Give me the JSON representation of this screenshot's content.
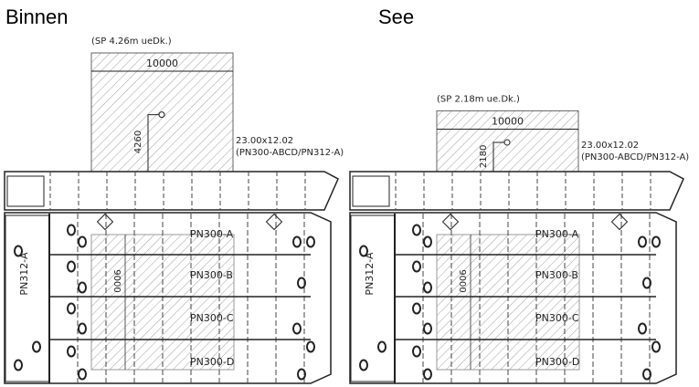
{
  "panels": [
    {
      "title": "Binnen",
      "sp_label": "(SP 4.26m ueDk.)",
      "width_dim": "10000",
      "height_dim": "4260",
      "size_label": "23.00x12.02",
      "pontoon_label": "(PN300-ABCD/PN312-A)",
      "depth_dim": "9000",
      "pontoons": [
        "PN300-A",
        "PN300-B",
        "PN300-C",
        "PN300-D"
      ],
      "end_pontoon": "PN312-A",
      "cargo_height_ratio": 1.0
    },
    {
      "title": "See",
      "sp_label": "(SP 2.18m ue.Dk.)",
      "width_dim": "10000",
      "height_dim": "2180",
      "size_label": "23.00x12.02",
      "pontoon_label": "(PN300-ABCD/PN312-A)",
      "depth_dim": "9000",
      "pontoons": [
        "PN300-A",
        "PN300-B",
        "PN300-C",
        "PN300-D"
      ],
      "end_pontoon": "PN312-A",
      "cargo_height_ratio": 0.512
    }
  ],
  "colors": {
    "line": "#222222",
    "hatch": "#777777",
    "dash": "#555555"
  }
}
